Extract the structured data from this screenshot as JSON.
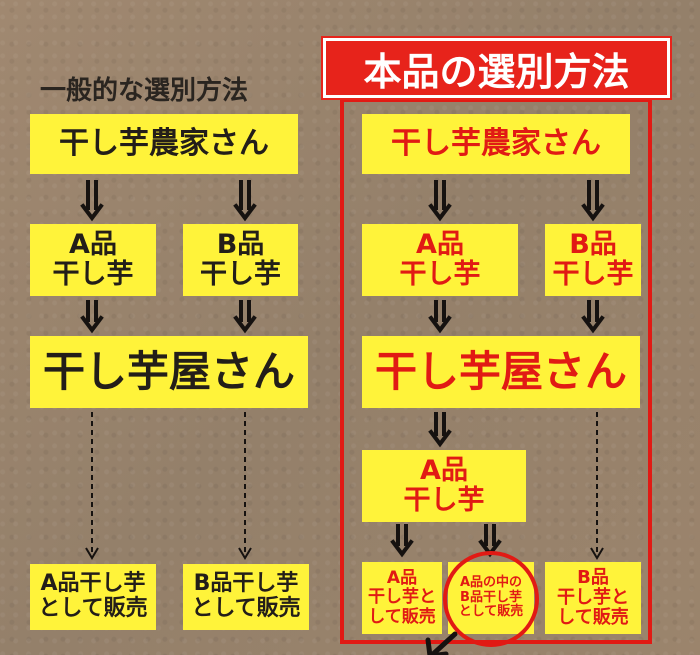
{
  "left": {
    "title": "一般的な選別方法",
    "farmer": "干し芋農家さん",
    "grade_a": [
      "A品",
      "干し芋"
    ],
    "grade_b": [
      "B品",
      "干し芋"
    ],
    "shop": "干し芋屋さん",
    "sold_a": [
      "A品干し芋",
      "として販売"
    ],
    "sold_b": [
      "B品干し芋",
      "として販売"
    ]
  },
  "right": {
    "title": "本品の選別方法",
    "farmer": "干し芋農家さん",
    "grade_a": [
      "A品",
      "干し芋"
    ],
    "grade_b": [
      "B品",
      "干し芋"
    ],
    "shop": "干し芋屋さん",
    "grade_a2": [
      "A品",
      "干し芋"
    ],
    "sold_a": [
      "A品",
      "干し芋と",
      "して販売"
    ],
    "sold_mid": [
      "A品の中の",
      "B品干し芋",
      "として販売"
    ],
    "sold_b": [
      "B品",
      "干し芋と",
      "して販売"
    ]
  },
  "colors": {
    "box_fill": "#fff33a",
    "accent_red": "#e11a14",
    "dark_text": "#231e19",
    "background": "#9b836b"
  }
}
